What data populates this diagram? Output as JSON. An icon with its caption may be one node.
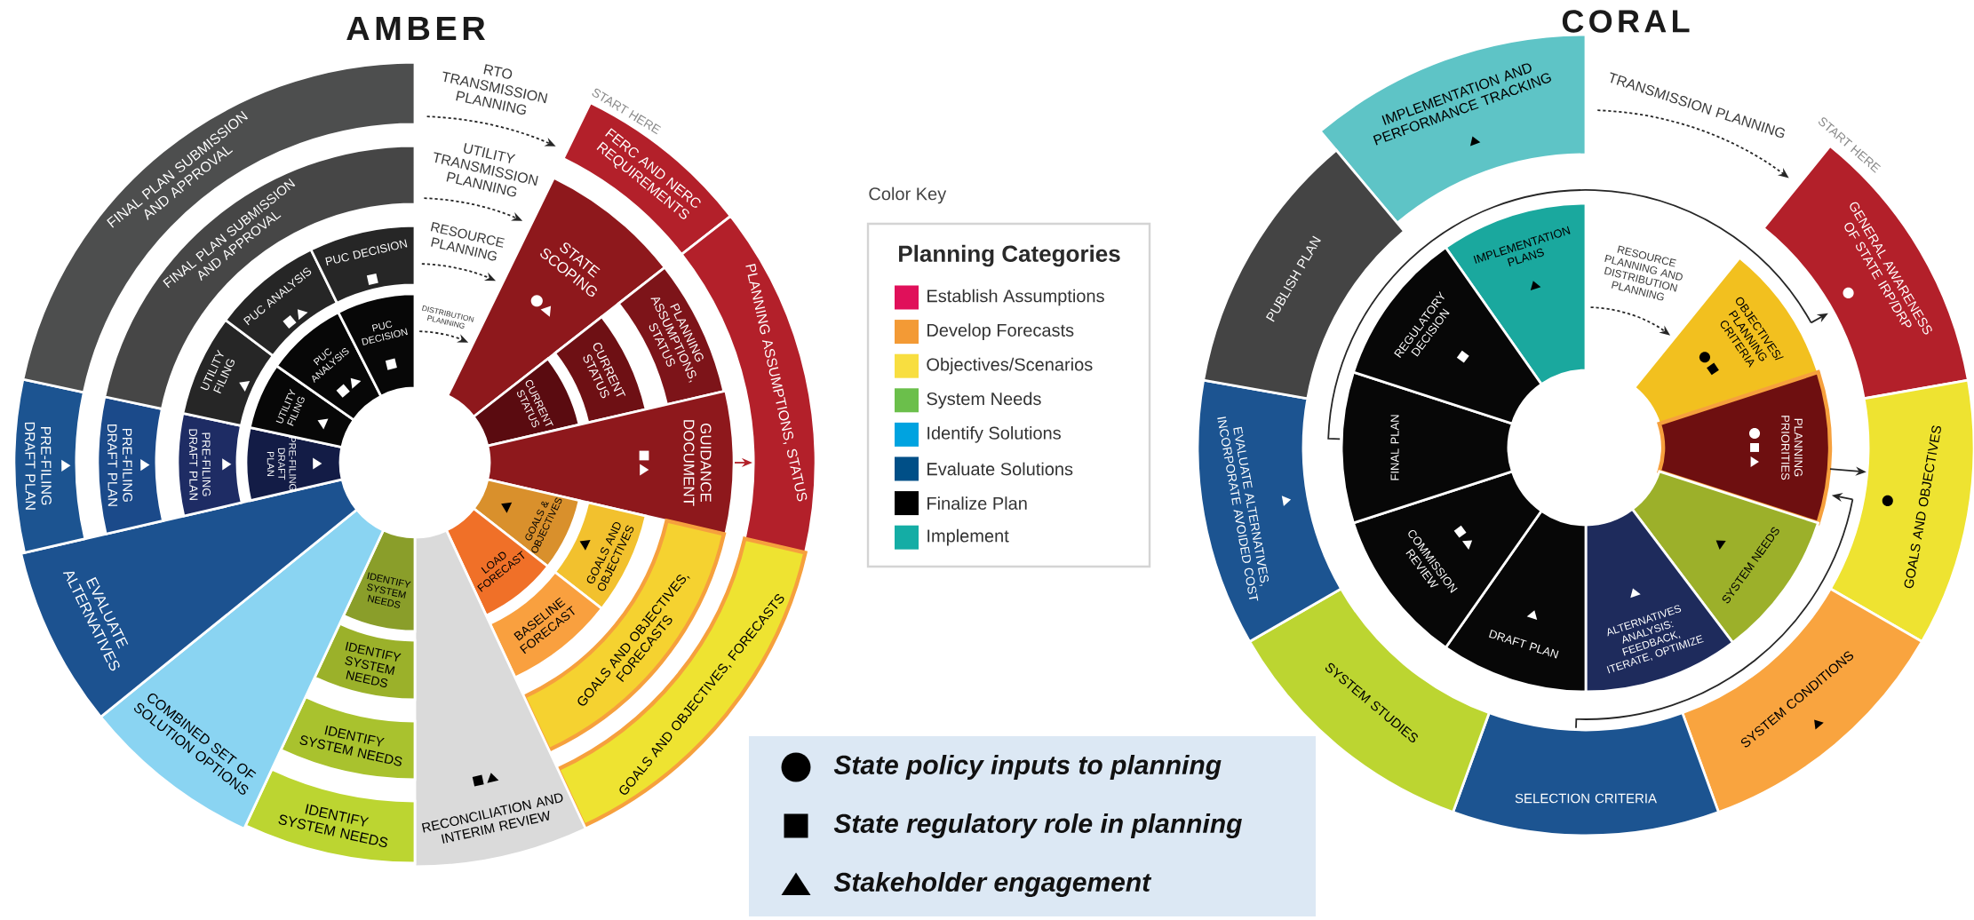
{
  "diagram": {
    "nodes": [
      {
        "text": [
          "FERC AND NERC REQUIREMENTS"
        ],
        "beside": [
          "START HERE"
        ]
      },
      {
        "text": [
          "PLANNING ASSUMPTIONS, STATUS"
        ]
      },
      {
        "text": [
          "STATE SCOPING"
        ]
      },
      {
        "text": [
          "PLANNING ASSUMPTIONS, STATUS"
        ]
      },
      {
        "text": [
          "CURRENT STATUS"
        ]
      },
      {
        "text": [
          "CURRENT STATUS"
        ]
      },
      {
        "text": [
          "GUIDANCE DOCUMENT"
        ]
      },
      {
        "text": [
          "GOALS & OBJECTIVES"
        ]
      },
      {
        "text": [
          "LOAD FORECAST"
        ]
      },
      {
        "text": [
          "GOALS AND OBJECTIVES"
        ]
      },
      {
        "text": [
          "BASELINE FORECAST"
        ]
      },
      {
        "text": [
          "GOALS AND OBJECTIVES, FORECASTS"
        ]
      },
      {
        "text": [
          "GOALS AND OBJECTIVES, FORECASTS"
        ]
      },
      {
        "text": [
          "RECONCILIATION AND INTERIM REVIEW"
        ]
      },
      {
        "text": [
          "IDENTIFY SYSTEM NEEDS"
        ]
      },
      {
        "text": [
          "IDENTIFY SYSTEM NEEDS"
        ]
      },
      {
        "text": [
          "IDENTIFY SYSTEM NEEDS"
        ]
      },
      {
        "text": [
          "IDENTIFY SYSTEM NEEDS"
        ]
      },
      {
        "text": [
          "COMBINED SET OF SOLUTION OPTIONS"
        ]
      },
      {
        "text": [
          "EVALUATE ALTERNATIVES"
        ]
      },
      {
        "text": [
          "PRE-FILING DRAFT PLAN"
        ]
      },
      {
        "text": [
          "PRE-FILING DRAFT PLAN"
        ]
      },
      {
        "text": [
          "PRE-FILING DRAFT PLAN"
        ]
      },
      {
        "text": [
          "PRE-FILING DRAFT PLAN"
        ]
      },
      {
        "text": [
          "FINAL PLAN SUBMISSION AND APPROVAL"
        ]
      },
      {
        "text": [
          "FINAL PLAN SUBMISSION AND APPROVAL"
        ]
      },
      {
        "text": [
          "UTILITY FILING"
        ]
      },
      {
        "text": [
          "PUC ANALYSIS"
        ]
      },
      {
        "text": [
          "PUC DECISION"
        ]
      },
      {
        "text": [
          "UTILITY FILING"
        ]
      },
      {
        "text": [
          "PUC ANALYSIS"
        ]
      },
      {
        "text": [
          "PUC DECISION"
        ]
      },
      {
        "text": [
          "IMPLEMENTATION AND PERFORMANCE TRACKING"
        ]
      },
      {
        "text": [
          "GENERAL AWARENESS OF STATE IRP/DRP"
        ],
        "beside": [
          "START HERE"
        ]
      },
      {
        "text": [
          "GOALS AND OBJECTIVES"
        ]
      },
      {
        "text": [
          "SYSTEM CONDITIONS"
        ]
      },
      {
        "text": [
          "SELECTION CRITERIA"
        ]
      },
      {
        "text": [
          "SYSTEM STUDIES"
        ]
      },
      {
        "text": [
          "EVALUATE ALTERNATIVES, INCORPORATE AVOIDED COST"
        ]
      },
      {
        "text": [
          "PUBLISH PLAN"
        ]
      },
      {
        "text": [
          "IMPLEMENTATION PLANS"
        ]
      },
      {
        "text": [
          "OBJECTIVES/ PLANNING CRITERIA"
        ]
      },
      {
        "text": [
          "PLANNING PRIORITIES"
        ]
      },
      {
        "text": [
          "SYSTEM NEEDS"
        ]
      },
      {
        "text": [
          "ALTERNATIVES ANALYSIS: FEEDBACK, ITERATE, OPTIMIZE"
        ]
      },
      {
        "text": [
          "DRAFT PLAN"
        ]
      },
      {
        "text": [
          "COMMISSION REVIEW"
        ]
      },
      {
        "text": [
          "FINAL PLAN"
        ]
      },
      {
        "text": [
          "REGULATORY DECISION"
        ]
      }
    ],
    "edges": [
      {
        "from": 24,
        "to": 0,
        "arrow": "to",
        "style": "dashed",
        "label": "RTO TRANSMISSION PLANNING"
      },
      {
        "from": 25,
        "to": 2,
        "arrow": "to",
        "style": "dashed",
        "label": "UTILITY TRANSMISSION PLANNING"
      },
      {
        "from": 28,
        "to": 2,
        "arrow": "to",
        "style": "dashed",
        "label": "RESOURCE PLANNING"
      },
      {
        "from": 31,
        "to": 2,
        "arrow": "to",
        "style": "dashed",
        "label": "DISTRIBUTION PLANNING"
      },
      {
        "from": 6,
        "to": 1,
        "arrow": "to",
        "color": "#b22028"
      },
      {
        "from": 32,
        "to": 33,
        "arrow": "to",
        "style": "dashed",
        "label": "TRANSMISSION PLANNING"
      },
      {
        "from": 40,
        "to": 41,
        "arrow": "to",
        "style": "dashed",
        "label": "RESOURCE PLANNING AND DISTRIBUTION PLANNING"
      },
      {
        "from": 47,
        "to": 33,
        "arrow": "to"
      },
      {
        "from": 42,
        "to": 34,
        "arrow": "to"
      },
      {
        "from": 36,
        "to": 42,
        "arrow": "to"
      }
    ],
    "labels": [
      "AMBER",
      "CORAL",
      "Color Key",
      "Planning Categories"
    ],
    "legend": [
      {
        "text": "Establish Assumptions",
        "color": "#e0105a"
      },
      {
        "text": "Develop Forecasts",
        "color": "#f39a35"
      },
      {
        "text": "Objectives/Scenarios",
        "color": "#f8de40"
      },
      {
        "text": "System Needs",
        "color": "#6bbf4b"
      },
      {
        "text": "Identify Solutions",
        "color": "#00a3e0"
      },
      {
        "text": "Evaluate Solutions",
        "color": "#004f87"
      },
      {
        "text": "Finalize Plan",
        "color": "#000000"
      },
      {
        "text": "Implement",
        "color": "#14ada5"
      },
      {
        "text": "State policy inputs to planning"
      },
      {
        "text": "State regulatory role in planning"
      },
      {
        "text": "Stakeholder engagement"
      }
    ]
  }
}
